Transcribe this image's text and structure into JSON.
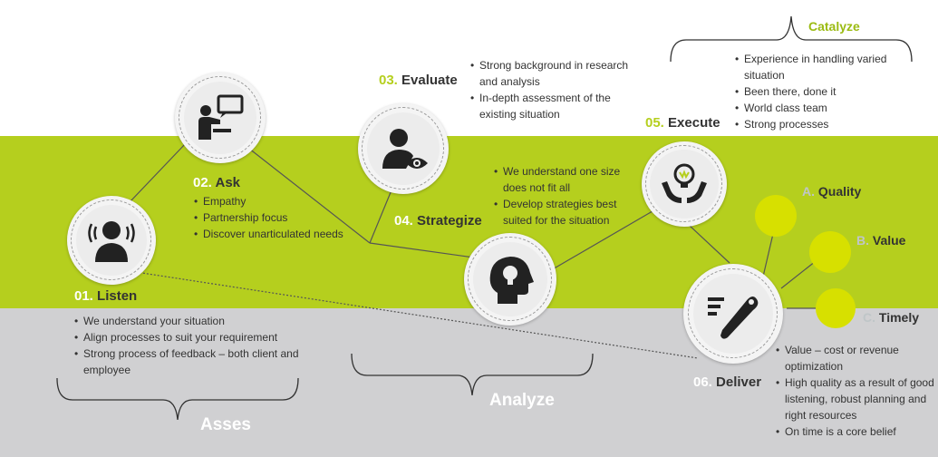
{
  "colors": {
    "accent": "#b5cf1e",
    "grey": "#d0d0d2",
    "dot": "#d7e000"
  },
  "steps": [
    {
      "num": "01.",
      "name": "Listen",
      "icon": "listening-person-icon",
      "bullets": [
        "We understand your situation",
        "Align processes to suit your requirement",
        "Strong process of feedback – both client and employee"
      ]
    },
    {
      "num": "02.",
      "name": "Ask",
      "icon": "presenter-speech-icon",
      "bullets": [
        "Empathy",
        "Partnership focus",
        "Discover unarticulated needs"
      ]
    },
    {
      "num": "03.",
      "name": "Evaluate",
      "icon": "person-eye-icon",
      "bullets": [
        "Strong background in research and analysis",
        "In-depth assessment of the existing situation"
      ]
    },
    {
      "num": "04.",
      "name": "Strategize",
      "icon": "head-lightbulb-icon",
      "bullets": [
        "We understand one size does not fit all",
        "Develop strategies best suited for the situation"
      ]
    },
    {
      "num": "05.",
      "name": "Execute",
      "icon": "hands-lightbulb-icon",
      "bullets": [
        "Experience in handling varied situation",
        "Been there, done it",
        "World class team",
        "Strong processes"
      ]
    },
    {
      "num": "06.",
      "name": "Deliver",
      "icon": "tag-pen-icon",
      "bullets": [
        "Value – cost or revenue optimization",
        "High quality as a result of good listening, robust planning and right resources",
        "On time is a core belief"
      ]
    }
  ],
  "attributes": [
    {
      "letter": "A.",
      "label": "Quality"
    },
    {
      "letter": "B.",
      "label": "Value"
    },
    {
      "letter": "C.",
      "label": "Timely"
    }
  ],
  "phases": {
    "asses": "Asses",
    "analyze": "Analyze",
    "catalyze": "Catalyze"
  }
}
